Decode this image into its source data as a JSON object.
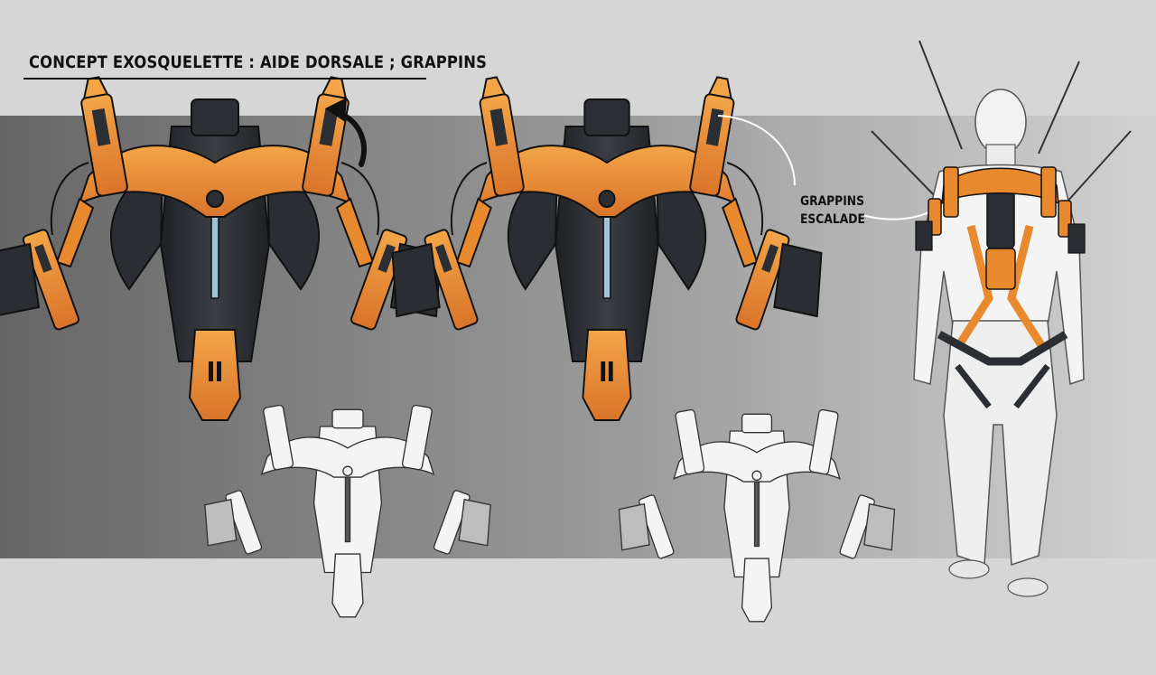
{
  "title": "CONCEPT EXOSQUELETTE : AIDE DORSALE ; GRAPPINS",
  "callout": {
    "line1": "GRAPPINS",
    "line2": "ESCALADE"
  },
  "colors": {
    "background": "#d6d6d6",
    "band_dark": "#6a6a6a",
    "band_light": "#cfcfcf",
    "accent_orange": "#e8892e",
    "accent_light": "#f3a548",
    "dark_plate": "#2c2f33",
    "ink": "#111111"
  },
  "icons": [
    "rotate-arrow-icon"
  ]
}
